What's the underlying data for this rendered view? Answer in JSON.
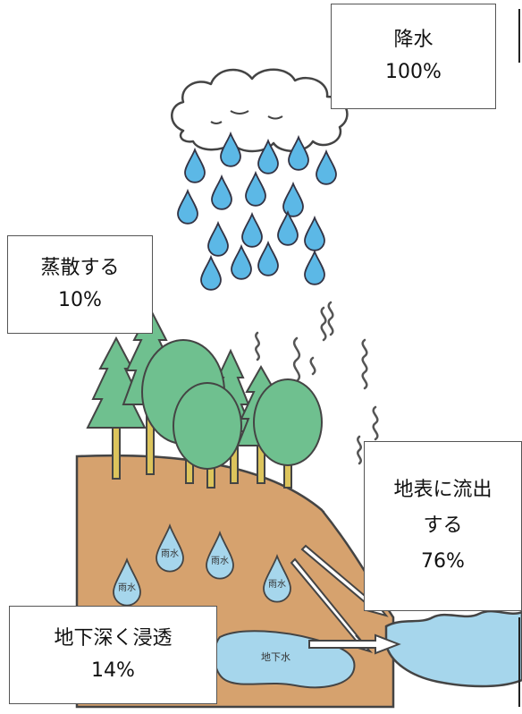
{
  "labels": {
    "precipitation": {
      "title": "降水",
      "value": "100%"
    },
    "evapotranspiration": {
      "title": "蒸散する",
      "value": "10%"
    },
    "surface_runoff": {
      "line1": "地表に流出",
      "line2": "する",
      "value": "76%"
    },
    "deep_infiltration": {
      "title": "地下深く浸透",
      "value": "14%"
    }
  },
  "drop_labels": [
    "雨水",
    "雨水",
    "雨水",
    "雨水"
  ],
  "groundwater_label": "地下水",
  "colors": {
    "soil": "#d6a26e",
    "water": "#a6d6ec",
    "raindrop": "#5cb8e6",
    "tree": "#6fc08f",
    "trunk": "#dcc45c"
  }
}
